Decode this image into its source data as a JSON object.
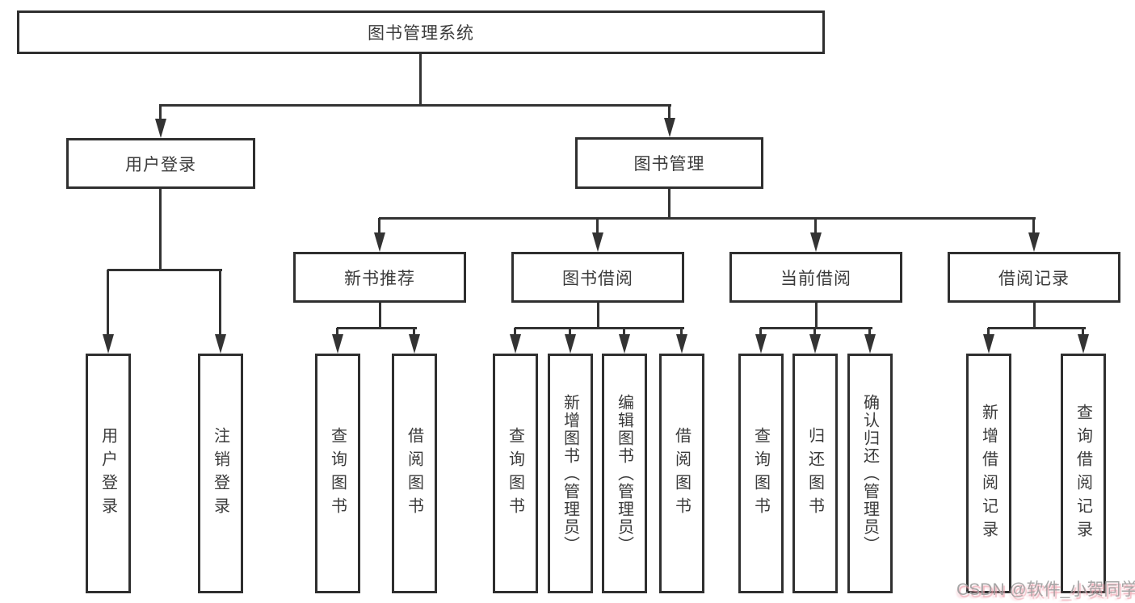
{
  "diagram": {
    "tree": {
      "label": "图书管理系统",
      "children": [
        {
          "label": "用户登录",
          "children": [
            {
              "label": "用户登录"
            },
            {
              "label": "注销登录"
            }
          ]
        },
        {
          "label": "图书管理",
          "children": [
            {
              "label": "新书推荐",
              "children": [
                {
                  "label": "查询图书"
                },
                {
                  "label": "借阅图书"
                }
              ]
            },
            {
              "label": "图书借阅",
              "children": [
                {
                  "label": "查询图书"
                },
                {
                  "label": "新增图书（管理员）"
                },
                {
                  "label": "编辑图书（管理员）"
                },
                {
                  "label": "借阅图书"
                }
              ]
            },
            {
              "label": "当前借阅",
              "children": [
                {
                  "label": "查询图书"
                },
                {
                  "label": "归还图书"
                },
                {
                  "label": "确认归还（管理员）"
                }
              ]
            },
            {
              "label": "借阅记录",
              "children": [
                {
                  "label": "新增借阅记录"
                },
                {
                  "label": "查询借阅记录"
                }
              ]
            }
          ]
        }
      ]
    }
  },
  "watermark": {
    "text": "CSDN @软件_小贺同学"
  },
  "colors": {
    "background": "#ffffff",
    "line": "#333333",
    "box_border": "#2f2f2f",
    "box_fill": "#ffffff",
    "text": "#3b3b3b",
    "watermark_text": "#9e9e9e",
    "watermark_accent": "#f2b0ba"
  }
}
